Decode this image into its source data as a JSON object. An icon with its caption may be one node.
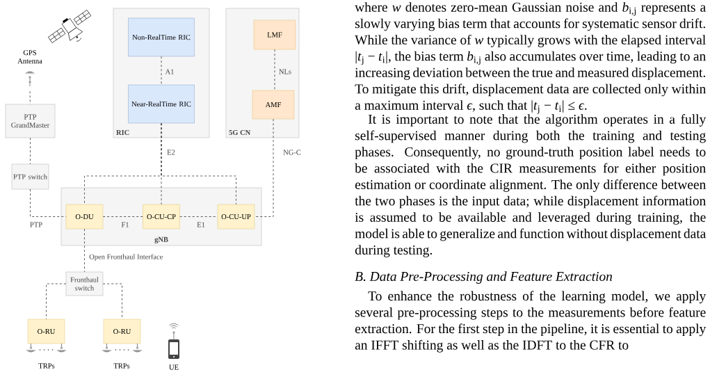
{
  "diagram": {
    "nodes": [
      {
        "text": [
          "GPS Antenna"
        ]
      },
      {
        "text": [
          "RIC"
        ]
      },
      {
        "text": [
          "Non-RealTime RIC"
        ],
        "in": 1
      },
      {
        "text": [
          "Near-RealTime RIC"
        ],
        "in": 1
      },
      {
        "text": [
          "5G CN"
        ]
      },
      {
        "text": [
          "LMF"
        ],
        "in": 4
      },
      {
        "text": [
          "AMF"
        ],
        "in": 4
      },
      {
        "text": [
          "PTP GrandMaster"
        ]
      },
      {
        "text": [
          "PTP switch"
        ]
      },
      {
        "text": [
          "gNB"
        ]
      },
      {
        "text": [
          "O-DU"
        ],
        "in": 9
      },
      {
        "text": [
          "O-CU-CP"
        ],
        "in": 9
      },
      {
        "text": [
          "O-CU-UP"
        ],
        "in": 9
      },
      {
        "text": [
          "Fronthaul switch"
        ]
      },
      {
        "text": [
          "O-RU"
        ]
      },
      {
        "text": [
          "O-RU"
        ]
      }
    ],
    "edges": [
      {
        "from": 0,
        "to": 7,
        "arrow": "none"
      },
      {
        "from": 7,
        "to": 8,
        "arrow": "none"
      },
      {
        "from": 8,
        "to": 10,
        "arrow": "none",
        "label": "PTP"
      },
      {
        "from": 2,
        "to": 3,
        "arrow": "none",
        "label": "A1"
      },
      {
        "from": 3,
        "to": 10,
        "arrow": "none"
      },
      {
        "from": 3,
        "to": 11,
        "arrow": "none",
        "label": "E2"
      },
      {
        "from": 3,
        "to": 12,
        "arrow": "none"
      },
      {
        "from": 5,
        "to": 6,
        "arrow": "none",
        "label": "NLs"
      },
      {
        "from": 6,
        "to": 12,
        "arrow": "none",
        "label": "NG-C"
      },
      {
        "from": 10,
        "to": 11,
        "arrow": "none",
        "label": "F1"
      },
      {
        "from": 11,
        "to": 12,
        "arrow": "none",
        "label": "E1"
      },
      {
        "from": 10,
        "to": 13,
        "arrow": "none",
        "label": "Open Fronthaul Interface"
      },
      {
        "from": 13,
        "to": 14,
        "arrow": "none"
      },
      {
        "from": 13,
        "to": 15,
        "arrow": "none"
      }
    ],
    "labels": [
      "TRPs",
      "TRPs",
      "UE",
      "where *w* denotes zero-mean Gaussian noise and *b*$_{i,j}$ represents a slowly varying bias term that accounts for systematic sensor drift. While the variance of *w* typically grows with the elapsed interval |*t*$_{j}$ − *t*$_{i}$|, the bias term *b*$_{i,j}$ also accumulates over time, leading to an increasing deviation between the true and measured displacement. To mitigate this drift, displacement data are collected only within a maximum interval *ϵ*, such that |*t*$_{j}$ − *t*$_{i}$| ≤ *ϵ*.",
      "It is important to note that the algorithm operates in a fully self-supervised manner during both the training and testing phases. Consequently, no ground-truth position label needs to be associated with the CIR measurements for either position estimation or coordinate alignment. The only difference between the two phases is the input data; while displacement information is assumed to be available and leveraged during training, the model is able to generalize and function without displacement data during testing.",
      "B. Data Pre-Processing and Feature Extraction",
      "To enhance the robustness of the learning model, we apply several pre-processing steps to the measurements before feature extraction. For the first step in the pipeline, it is essential to apply an IFFT shifting as well as the IDFT to the CFR to"
    ]
  }
}
